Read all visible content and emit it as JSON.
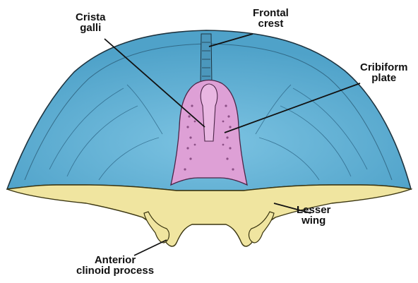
{
  "labels": {
    "crista_galli": [
      "Crista",
      "galli"
    ],
    "frontal_crest": [
      "Frontal",
      "crest"
    ],
    "cribriform_plate": [
      "Cribiform",
      "plate"
    ],
    "lesser_wing": [
      "Lesser",
      "wing"
    ],
    "anterior_clinoid_process": [
      "Anterior",
      "clinoid process"
    ]
  },
  "colors": {
    "frontal_bone": "#5fb1d6",
    "ethmoid_bone": "#dea0d6",
    "sphenoid_bone": "#f0e5a0",
    "outline": "#1e3440",
    "leader_line": "#111111"
  }
}
